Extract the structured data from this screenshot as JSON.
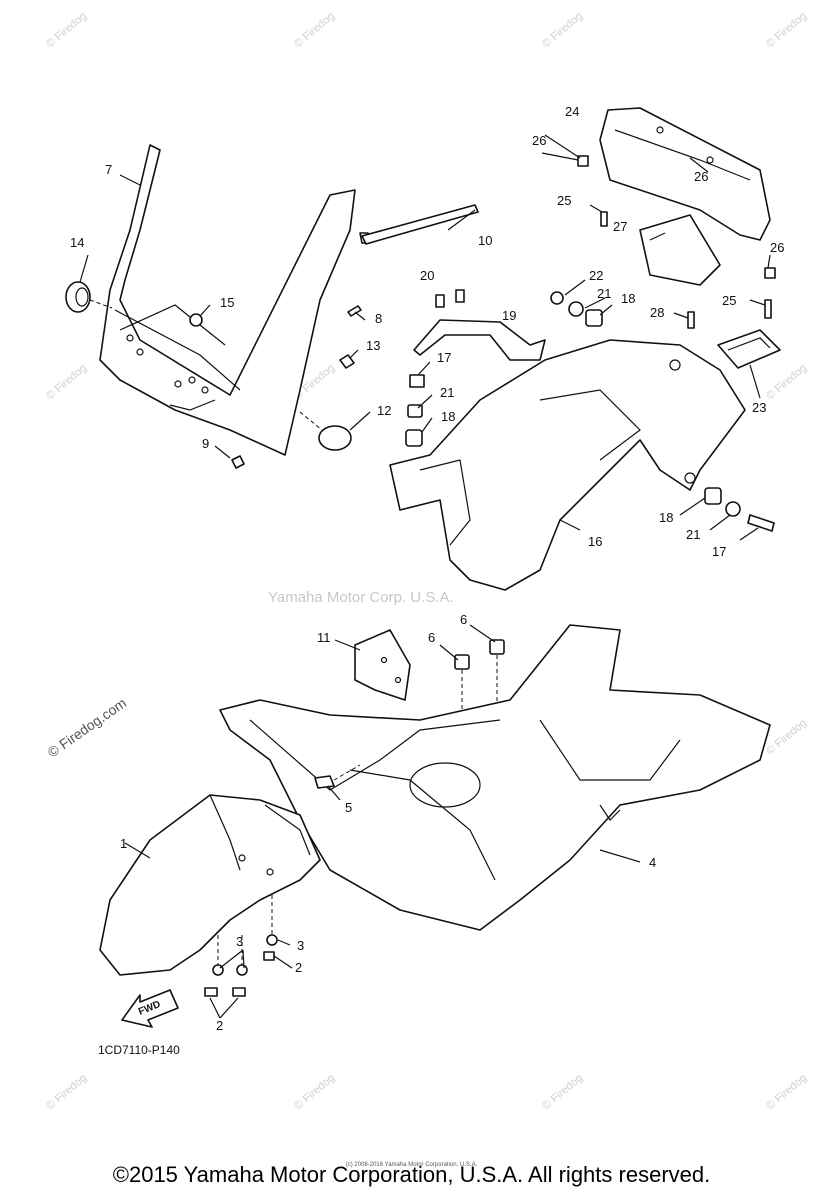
{
  "diagram": {
    "center_watermark": "Yamaha Motor Corp. U.S.A.",
    "side_watermark": "© Firedog.com",
    "corner_watermark": "© Firedog",
    "diagram_code": "1CD7110-P140",
    "fwd_label": "FWD",
    "callouts": [
      "1",
      "2",
      "2",
      "3",
      "3",
      "4",
      "5",
      "6",
      "6",
      "7",
      "8",
      "9",
      "10",
      "11",
      "12",
      "13",
      "14",
      "15",
      "16",
      "17",
      "17",
      "18",
      "18",
      "18",
      "19",
      "20",
      "21",
      "21",
      "21",
      "22",
      "23",
      "24",
      "25",
      "25",
      "26",
      "26",
      "26",
      "27",
      "28"
    ]
  },
  "footer": {
    "copyright": "©2015 Yamaha Motor Corporation, U.S.A. All rights reserved.",
    "small_copyright": "(c) 2008-2016 Yamaha Motor Corporation, U.S.A."
  },
  "colors": {
    "line": "#111111",
    "watermark": "#c8c8c8",
    "background": "#ffffff"
  }
}
